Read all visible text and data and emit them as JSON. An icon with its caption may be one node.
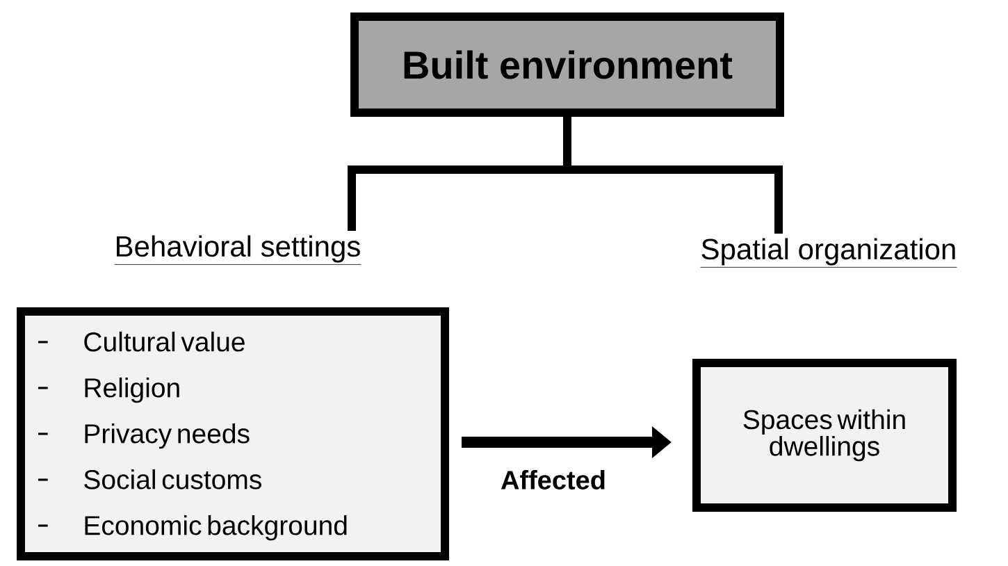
{
  "diagram": {
    "nodes": [
      {
        "text": [
          "Built environment"
        ]
      },
      {
        "text": [
          "Behavioral settings"
        ]
      },
      {
        "text": [
          "Spatial organization"
        ]
      },
      {
        "text": [
          "Cultural value",
          "Religion",
          "Privacy needs",
          "Social customs",
          "Economic background"
        ]
      },
      {
        "text": [
          "Spaces within dwellings"
        ]
      }
    ],
    "edges": [
      {
        "from": 0,
        "to": 1,
        "arrow": "none"
      },
      {
        "from": 0,
        "to": 2,
        "arrow": "none"
      },
      {
        "from": 3,
        "to": 4,
        "arrow": "to",
        "label": "Affected"
      }
    ]
  }
}
